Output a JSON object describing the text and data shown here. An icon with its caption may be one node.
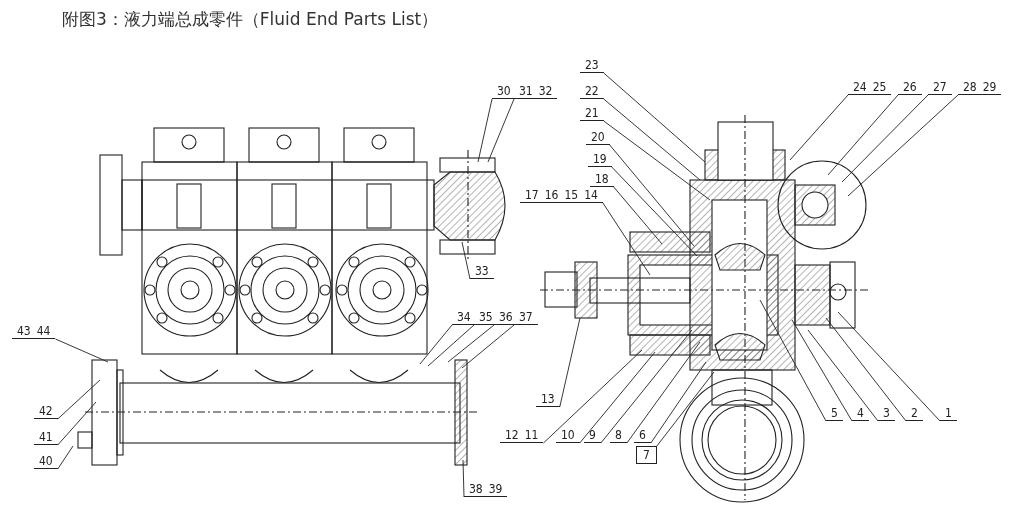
{
  "diagram": {
    "title": "附图3：液力端总成零件（Fluid End Parts List）",
    "nodes": [
      {
        "text": [
          "43",
          "44"
        ]
      },
      {
        "text": [
          "42"
        ]
      },
      {
        "text": [
          "41"
        ]
      },
      {
        "text": [
          "40"
        ]
      },
      {
        "text": [
          "30"
        ]
      },
      {
        "text": [
          "31",
          "32"
        ]
      },
      {
        "text": [
          "33"
        ]
      },
      {
        "text": [
          "34"
        ]
      },
      {
        "text": [
          "35"
        ]
      },
      {
        "text": [
          "36"
        ]
      },
      {
        "text": [
          "37"
        ]
      },
      {
        "text": [
          "38",
          "39"
        ]
      },
      {
        "text": [
          "23"
        ]
      },
      {
        "text": [
          "22"
        ]
      },
      {
        "text": [
          "21"
        ]
      },
      {
        "text": [
          "20"
        ]
      },
      {
        "text": [
          "19"
        ]
      },
      {
        "text": [
          "18"
        ]
      },
      {
        "text": [
          "17",
          "16",
          "15",
          "14"
        ]
      },
      {
        "text": [
          "24",
          "25"
        ]
      },
      {
        "text": [
          "26"
        ]
      },
      {
        "text": [
          "27"
        ]
      },
      {
        "text": [
          "28",
          "29"
        ]
      },
      {
        "text": [
          "13"
        ]
      },
      {
        "text": [
          "12",
          "11"
        ]
      },
      {
        "text": [
          "10"
        ]
      },
      {
        "text": [
          "9"
        ]
      },
      {
        "text": [
          "8"
        ]
      },
      {
        "text": [
          "6"
        ]
      },
      {
        "text": [
          "7"
        ]
      },
      {
        "text": [
          "5"
        ]
      },
      {
        "text": [
          "4"
        ]
      },
      {
        "text": [
          "3"
        ]
      },
      {
        "text": [
          "2"
        ]
      },
      {
        "text": [
          "1"
        ]
      }
    ],
    "edges": [
      {
        "from": 0,
        "to": null,
        "arrow": "none"
      },
      {
        "from": 1,
        "to": null,
        "arrow": "none"
      },
      {
        "from": 2,
        "to": null,
        "arrow": "none"
      },
      {
        "from": 3,
        "to": null,
        "arrow": "none"
      },
      {
        "from": 4,
        "to": null,
        "arrow": "none"
      },
      {
        "from": 5,
        "to": null,
        "arrow": "none"
      },
      {
        "from": 6,
        "to": null,
        "arrow": "none"
      },
      {
        "from": 7,
        "to": null,
        "arrow": "none"
      },
      {
        "from": 8,
        "to": null,
        "arrow": "none"
      },
      {
        "from": 9,
        "to": null,
        "arrow": "none"
      },
      {
        "from": 10,
        "to": null,
        "arrow": "none"
      },
      {
        "from": 11,
        "to": null,
        "arrow": "none"
      },
      {
        "from": 12,
        "to": null,
        "arrow": "none"
      },
      {
        "from": 13,
        "to": null,
        "arrow": "none"
      },
      {
        "from": 14,
        "to": null,
        "arrow": "none"
      },
      {
        "from": 15,
        "to": null,
        "arrow": "none"
      },
      {
        "from": 16,
        "to": null,
        "arrow": "none"
      },
      {
        "from": 17,
        "to": null,
        "arrow": "none"
      },
      {
        "from": 18,
        "to": null,
        "arrow": "none"
      },
      {
        "from": 19,
        "to": null,
        "arrow": "none"
      },
      {
        "from": 20,
        "to": null,
        "arrow": "none"
      },
      {
        "from": 21,
        "to": null,
        "arrow": "none"
      },
      {
        "from": 22,
        "to": null,
        "arrow": "none"
      },
      {
        "from": 23,
        "to": null,
        "arrow": "none"
      },
      {
        "from": 24,
        "to": null,
        "arrow": "none"
      },
      {
        "from": 25,
        "to": null,
        "arrow": "none"
      },
      {
        "from": 26,
        "to": null,
        "arrow": "none"
      },
      {
        "from": 27,
        "to": null,
        "arrow": "none"
      },
      {
        "from": 28,
        "to": null,
        "arrow": "none"
      },
      {
        "from": 29,
        "to": null,
        "arrow": "none"
      },
      {
        "from": 30,
        "to": null,
        "arrow": "none"
      },
      {
        "from": 31,
        "to": null,
        "arrow": "none"
      },
      {
        "from": 32,
        "to": null,
        "arrow": "none"
      },
      {
        "from": 33,
        "to": null,
        "arrow": "none"
      },
      {
        "from": 34,
        "to": null,
        "arrow": "none"
      }
    ]
  }
}
